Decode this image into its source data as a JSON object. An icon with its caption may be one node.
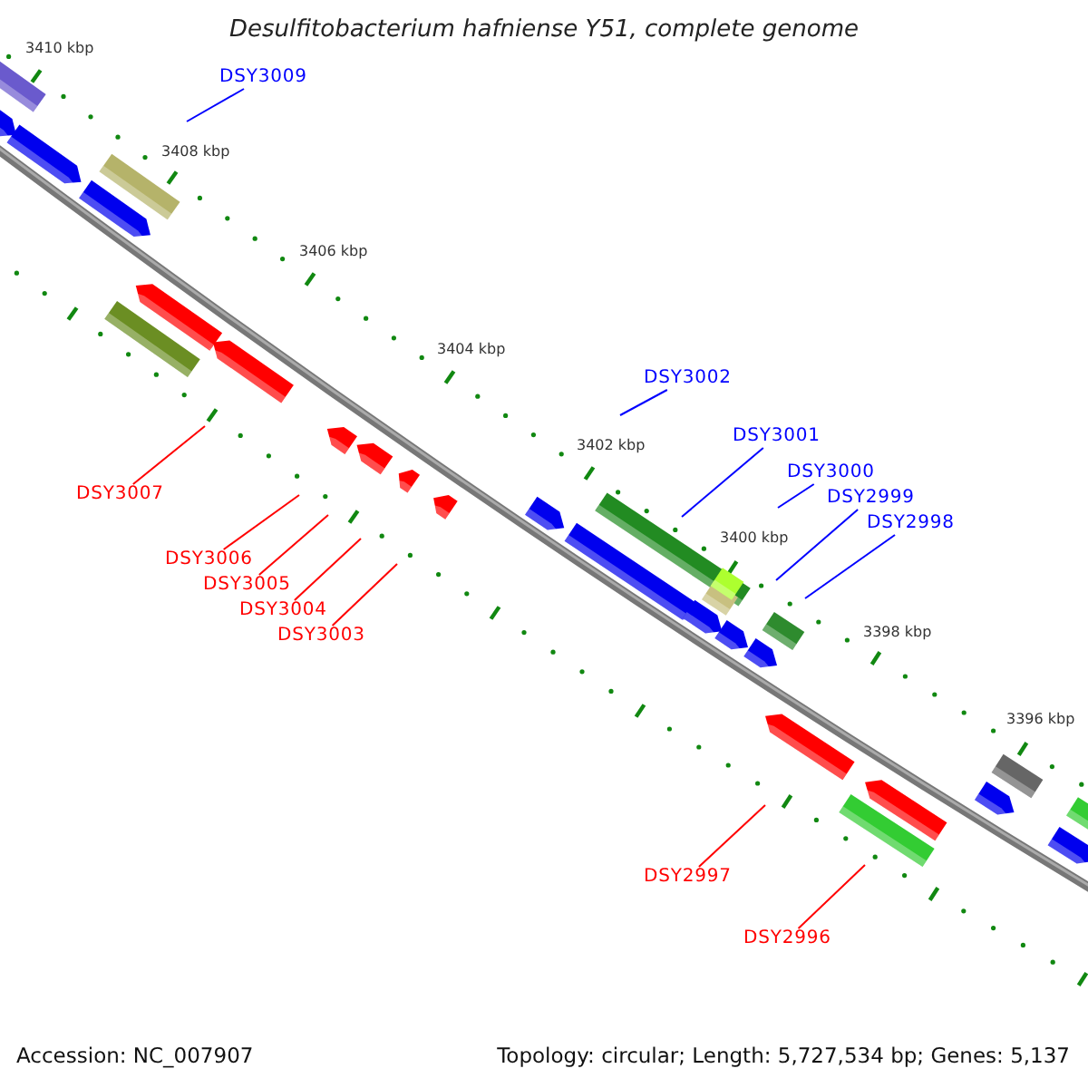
{
  "diagram": {
    "title": "Desulfitobacterium hafniense Y51, complete genome",
    "nodes": [
      {
        "text": [
          "DSY3009"
        ]
      },
      {
        "text": [
          "DSY3002"
        ]
      },
      {
        "text": [
          "DSY3001"
        ]
      },
      {
        "text": [
          "DSY3000"
        ]
      },
      {
        "text": [
          "DSY2999"
        ]
      },
      {
        "text": [
          "DSY2998"
        ]
      },
      {
        "text": [
          "DSY3007"
        ]
      },
      {
        "text": [
          "DSY3006"
        ]
      },
      {
        "text": [
          "DSY3005"
        ]
      },
      {
        "text": [
          "DSY3004"
        ]
      },
      {
        "text": [
          "DSY3003"
        ]
      },
      {
        "text": [
          "DSY2997"
        ]
      },
      {
        "text": [
          "DSY2996"
        ]
      }
    ],
    "edges": [
      {
        "from": 0,
        "to": null,
        "arrow": "none",
        "color": "#0000ff"
      },
      {
        "from": 1,
        "to": null,
        "arrow": "none",
        "color": "#0000ff"
      },
      {
        "from": 2,
        "to": null,
        "arrow": "none",
        "color": "#0000ff"
      },
      {
        "from": 3,
        "to": null,
        "arrow": "none",
        "color": "#0000ff"
      },
      {
        "from": 4,
        "to": null,
        "arrow": "none",
        "color": "#0000ff"
      },
      {
        "from": 5,
        "to": null,
        "arrow": "none",
        "color": "#0000ff"
      },
      {
        "from": 6,
        "to": null,
        "arrow": "none"
      },
      {
        "from": 7,
        "to": null,
        "arrow": "none"
      },
      {
        "from": 8,
        "to": null,
        "arrow": "none"
      },
      {
        "from": 9,
        "to": null,
        "arrow": "none"
      },
      {
        "from": 10,
        "to": null,
        "arrow": "none"
      },
      {
        "from": 11,
        "to": null,
        "arrow": "none"
      },
      {
        "from": 12,
        "to": null,
        "arrow": "none"
      }
    ],
    "labels": [
      "3410 kbp",
      "3408 kbp",
      "3406 kbp",
      "3404 kbp",
      "3402 kbp",
      "3400 kbp",
      "3398 kbp",
      "3396 kbp",
      "Accession: NC_007907",
      "Topology: circular; Length: 5,727,534 bp; Genes: 5,137"
    ]
  }
}
